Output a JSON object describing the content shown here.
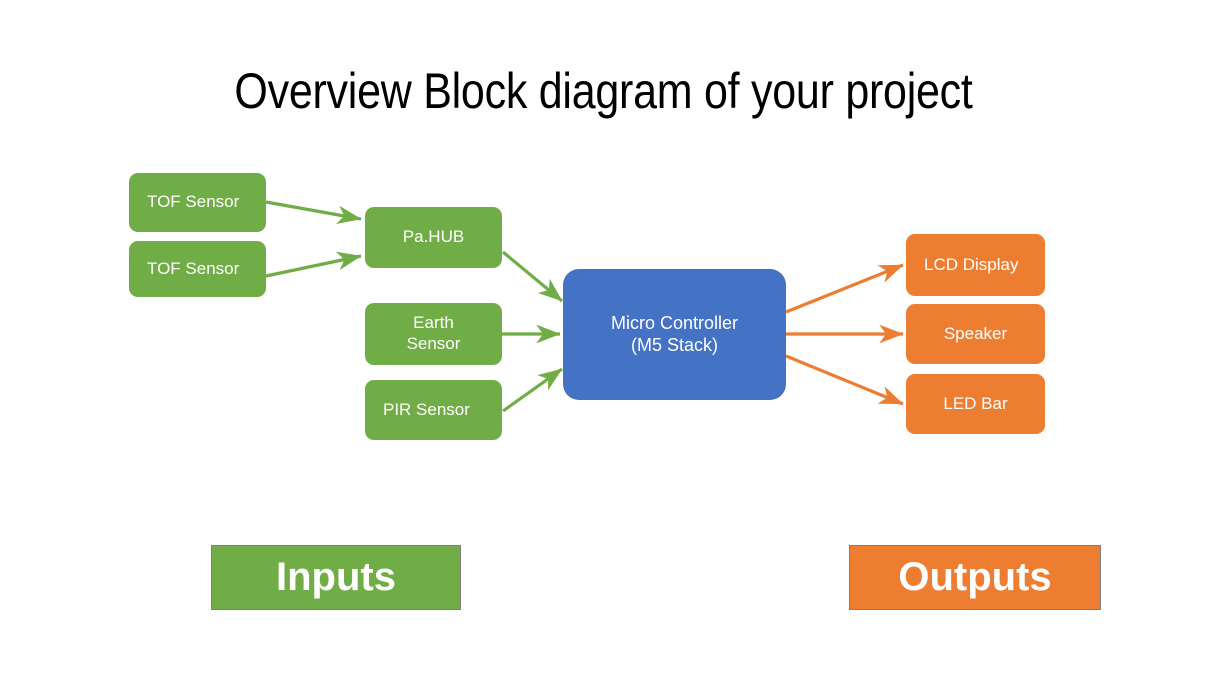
{
  "slide": {
    "title": "Overview Block diagram of your project",
    "background": "#FFFFFF"
  },
  "colors": {
    "input_green": "#70AD47",
    "controller_blue": "#4472C4",
    "output_orange": "#ED7D31",
    "text_white": "#FFFFFF",
    "title_black": "#000000",
    "legend_border": "#7F7F7F"
  },
  "blocks": {
    "inputs": [
      {
        "id": "tof-sensor-1",
        "label": "TOF Sensor",
        "color": "#70AD47",
        "align": "left"
      },
      {
        "id": "tof-sensor-2",
        "label": "TOF Sensor",
        "color": "#70AD47",
        "align": "left"
      },
      {
        "id": "earth-sensor",
        "label": "Earth\nSensor",
        "line1": "Earth",
        "line2": "Sensor",
        "color": "#70AD47",
        "align": "center"
      },
      {
        "id": "pir-sensor",
        "label": "PIR Sensor",
        "color": "#70AD47",
        "align": "left"
      }
    ],
    "hub": {
      "id": "pa-hub",
      "label": "Pa.HUB",
      "color": "#70AD47",
      "align": "center"
    },
    "controller": {
      "id": "micro-controller",
      "line1": "Micro Controller",
      "line2": "(M5 Stack)",
      "color": "#4472C4",
      "align": "center"
    },
    "outputs": [
      {
        "id": "lcd-display",
        "label": "LCD Display",
        "color": "#ED7D31",
        "align": "left"
      },
      {
        "id": "speaker",
        "label": "Speaker",
        "color": "#ED7D31",
        "align": "center"
      },
      {
        "id": "led-bar",
        "label": "LED Bar",
        "color": "#ED7D31",
        "align": "center"
      }
    ]
  },
  "legends": [
    {
      "id": "inputs-legend",
      "label": "Inputs",
      "color": "#70AD47"
    },
    {
      "id": "outputs-legend",
      "label": "Outputs",
      "color": "#ED7D31"
    }
  ],
  "connections": [
    {
      "from": "tof-sensor-1",
      "to": "pa-hub",
      "color": "#70AD47"
    },
    {
      "from": "tof-sensor-2",
      "to": "pa-hub",
      "color": "#70AD47"
    },
    {
      "from": "pa-hub",
      "to": "micro-controller",
      "color": "#70AD47"
    },
    {
      "from": "earth-sensor",
      "to": "micro-controller",
      "color": "#70AD47"
    },
    {
      "from": "pir-sensor",
      "to": "micro-controller",
      "color": "#70AD47"
    },
    {
      "from": "micro-controller",
      "to": "lcd-display",
      "color": "#ED7D31"
    },
    {
      "from": "micro-controller",
      "to": "speaker",
      "color": "#ED7D31"
    },
    {
      "from": "micro-controller",
      "to": "led-bar",
      "color": "#ED7D31"
    }
  ]
}
